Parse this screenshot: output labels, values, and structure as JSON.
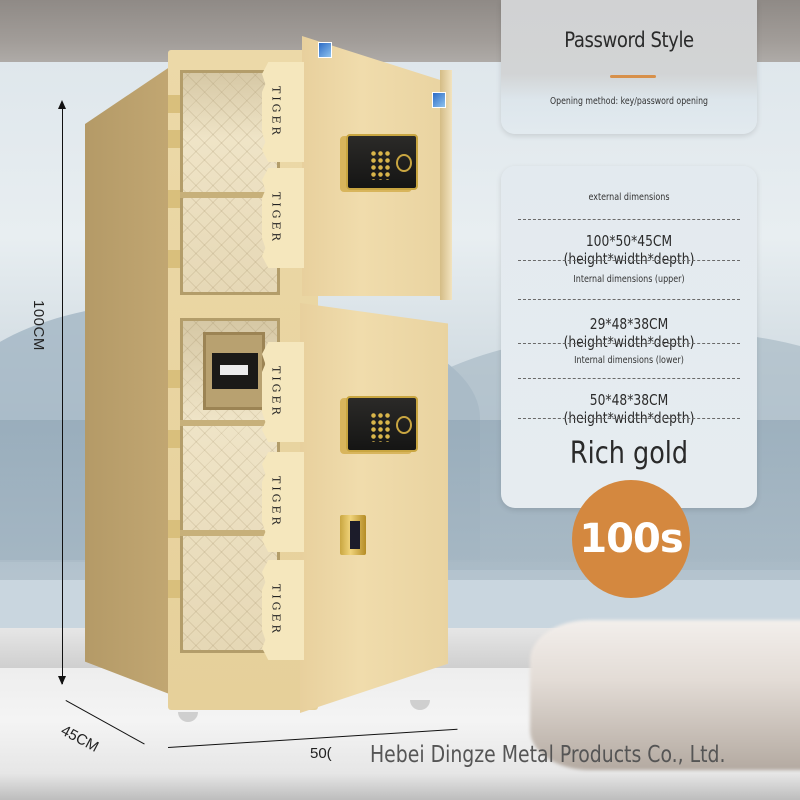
{
  "product": {
    "brand_label": "TIGER",
    "color_name": "Rich gold",
    "price_badge": "100s",
    "company": "Hebei Dingze Metal Products Co., Ltd."
  },
  "password_card": {
    "title": "Password Style",
    "subtitle": "Opening method: key/password opening"
  },
  "dimensions_card": {
    "rows": [
      {
        "label": "external dimensions",
        "value": "100*50*45CM (height*width*depth)"
      },
      {
        "label": "Internal dimensions (upper)",
        "value": "29*48*38CM (height*width*depth)"
      },
      {
        "label": "Internal dimensions (lower)",
        "value": "50*48*38CM (height*width*depth)"
      }
    ]
  },
  "dimension_markers": {
    "height": "100CM",
    "depth": "45CM",
    "width": "50("
  },
  "colors": {
    "accent_orange": "#d4883f",
    "safe_gold": "#ecd9a8",
    "card_bg": "#e3eaef",
    "text_dark": "#2a2a2a"
  },
  "icons": {
    "keypad": "keypad-lock-icon",
    "fingerprint": "fingerprint-icon",
    "certification_badge": "certification-badge-icon"
  }
}
